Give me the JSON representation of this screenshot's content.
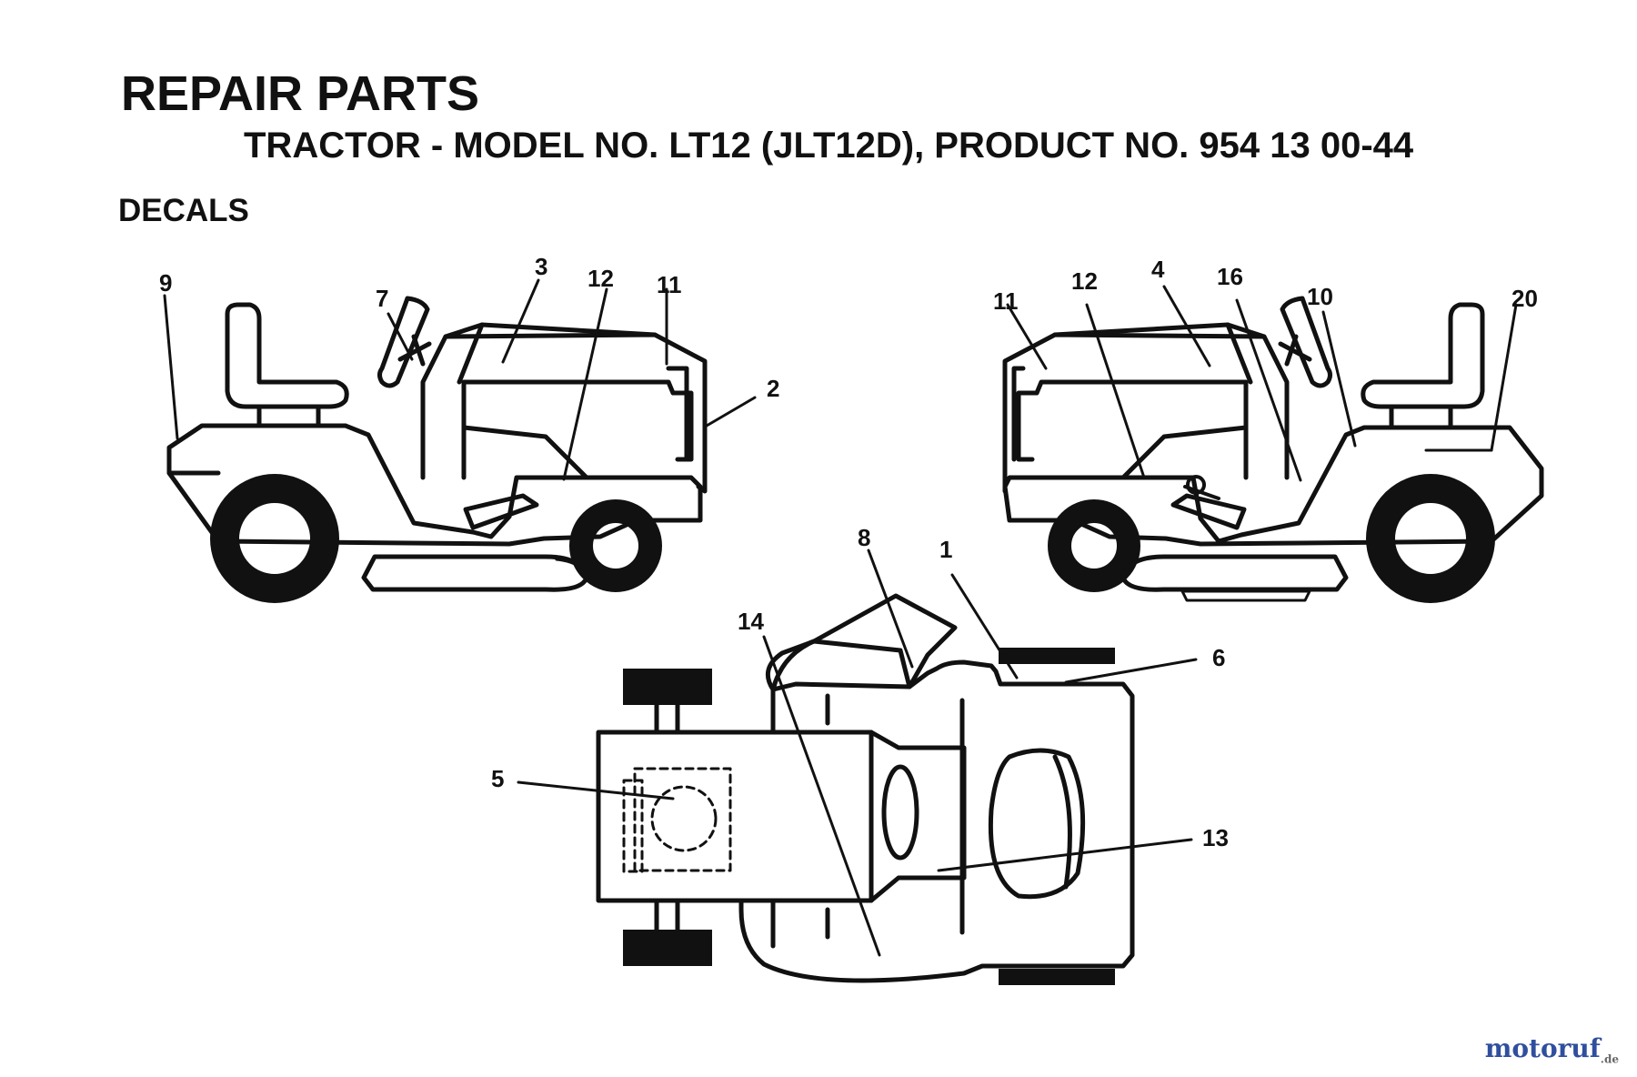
{
  "header": {
    "title": "REPAIR PARTS",
    "subtitle": "TRACTOR - MODEL NO. LT12 (JLT12D), PRODUCT NO. 954 13 00-44",
    "section": "DECALS"
  },
  "callouts": {
    "c9": "9",
    "c7": "7",
    "c3": "3",
    "c12a": "12",
    "c11a": "11",
    "c2": "2",
    "c11b": "11",
    "c12b": "12",
    "c4": "4",
    "c16": "16",
    "c10": "10",
    "c20": "20",
    "c8": "8",
    "c1": "1",
    "c14": "14",
    "c6": "6",
    "c5": "5",
    "c13": "13"
  },
  "watermark": {
    "brand": "motoruf",
    "suffix": ".de"
  },
  "colors": {
    "ink": "#111111",
    "background": "#ffffff",
    "watermark": "#2f4f9e"
  }
}
